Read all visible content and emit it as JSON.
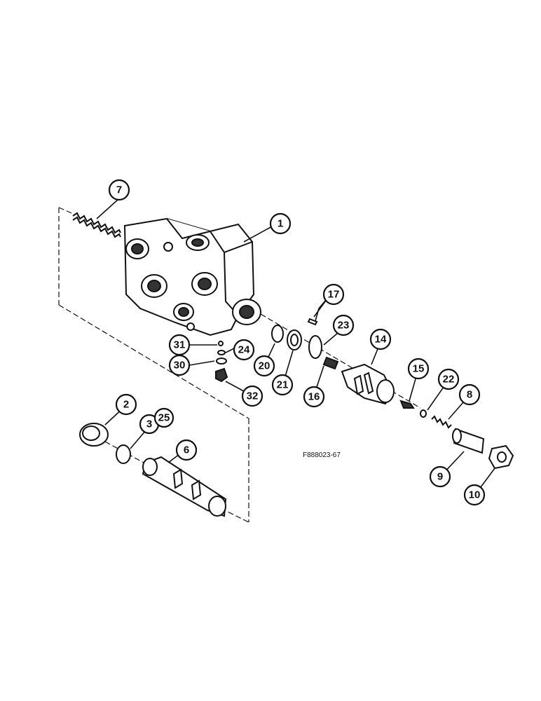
{
  "diagram": {
    "figure_ref": "F888023-67",
    "callouts": [
      {
        "id": "c7",
        "label": "7"
      },
      {
        "id": "c1",
        "label": "1"
      },
      {
        "id": "c17",
        "label": "17"
      },
      {
        "id": "c23",
        "label": "23"
      },
      {
        "id": "c14",
        "label": "14"
      },
      {
        "id": "c31",
        "label": "31"
      },
      {
        "id": "c24",
        "label": "24"
      },
      {
        "id": "c30",
        "label": "30"
      },
      {
        "id": "c20",
        "label": "20"
      },
      {
        "id": "c21",
        "label": "21"
      },
      {
        "id": "c16",
        "label": "16"
      },
      {
        "id": "c32",
        "label": "32"
      },
      {
        "id": "c15",
        "label": "15"
      },
      {
        "id": "c22",
        "label": "22"
      },
      {
        "id": "c8",
        "label": "8"
      },
      {
        "id": "c2",
        "label": "2"
      },
      {
        "id": "c3",
        "label": "3"
      },
      {
        "id": "c25",
        "label": "25"
      },
      {
        "id": "c6",
        "label": "6"
      },
      {
        "id": "c9",
        "label": "9"
      },
      {
        "id": "c10",
        "label": "10"
      }
    ]
  }
}
